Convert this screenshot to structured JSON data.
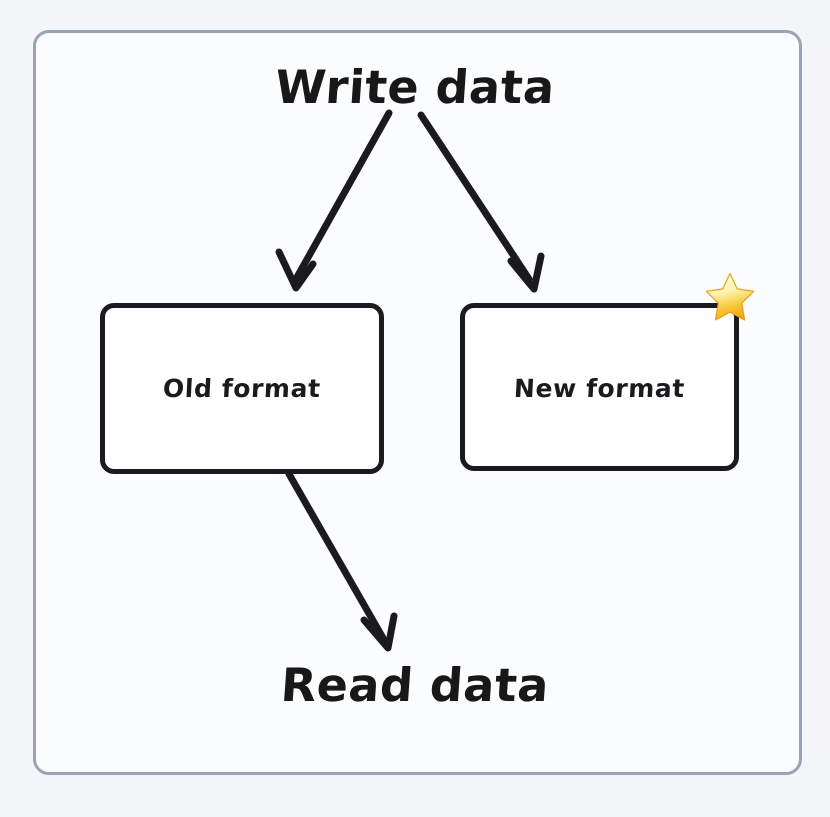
{
  "diagram": {
    "title_top": "Write data",
    "title_bottom": "Read data",
    "background_color": "#f4f5f8",
    "frame_color": "#9aa3b4",
    "frame_fill": "#fbfcfd",
    "stroke_color": "#1b1b1f",
    "nodes": [
      {
        "id": "old-format",
        "label": "Old format",
        "fill": "#ffffff",
        "border_color": "#1b1b1f"
      },
      {
        "id": "new-format",
        "label": "New format",
        "fill": "#ffffff",
        "border_color": "#1b1b1f",
        "badge": "star-emoji",
        "badge_colors": [
          "#fff9c4",
          "#fbc02d",
          "#f0a500"
        ]
      }
    ],
    "arrows": [
      {
        "id": "write-to-old",
        "from": "Write data",
        "to": "Old format",
        "color": "#1b1b1f"
      },
      {
        "id": "write-to-new",
        "from": "Write data",
        "to": "New format",
        "color": "#1b1b1f"
      },
      {
        "id": "old-to-read",
        "from": "Old format",
        "to": "Read data",
        "color": "#1b1b1f"
      }
    ]
  }
}
